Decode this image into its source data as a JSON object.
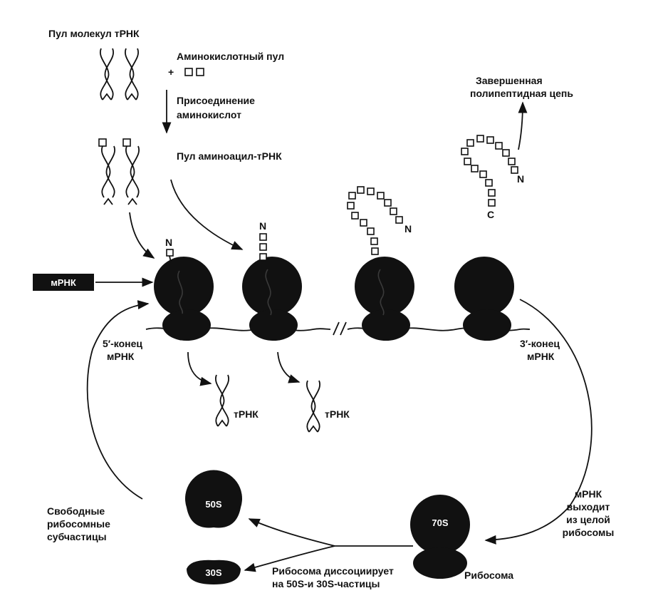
{
  "labels": {
    "trna_pool": "Пул молекул тРНК",
    "amino_pool": "Аминокислотный пул",
    "plus": "+",
    "attach_line1": "Присоединение",
    "attach_line2": "аминокислот",
    "aminoacyl_pool": "Пул аминоацил-тРНК",
    "completed_line1": "Завершенная",
    "completed_line2": "полипептидная цепь",
    "n_term": "N",
    "c_term": "C",
    "five_end_line1": "5′-конец",
    "five_end_line2": "мРНК",
    "three_end_line1": "3′-конец",
    "three_end_line2": "мРНК",
    "trna": "тРНК",
    "free_line1": "Свободные",
    "free_line2": "рибосомные",
    "free_line3": "субчастицы",
    "mrna_exit_line1": "мРНК",
    "mrna_exit_line2": "выходит",
    "mrna_exit_line3": "из целой",
    "mrna_exit_line4": "рибосомы",
    "dissociate_line1": "Рибосома диссоциирует",
    "dissociate_line2": "на 50S-и 30S-частицы",
    "ribosome": "Рибосома",
    "mrna_box": "мРНК",
    "sub50": "50S",
    "sub30": "30S",
    "whole70": "70S"
  }
}
